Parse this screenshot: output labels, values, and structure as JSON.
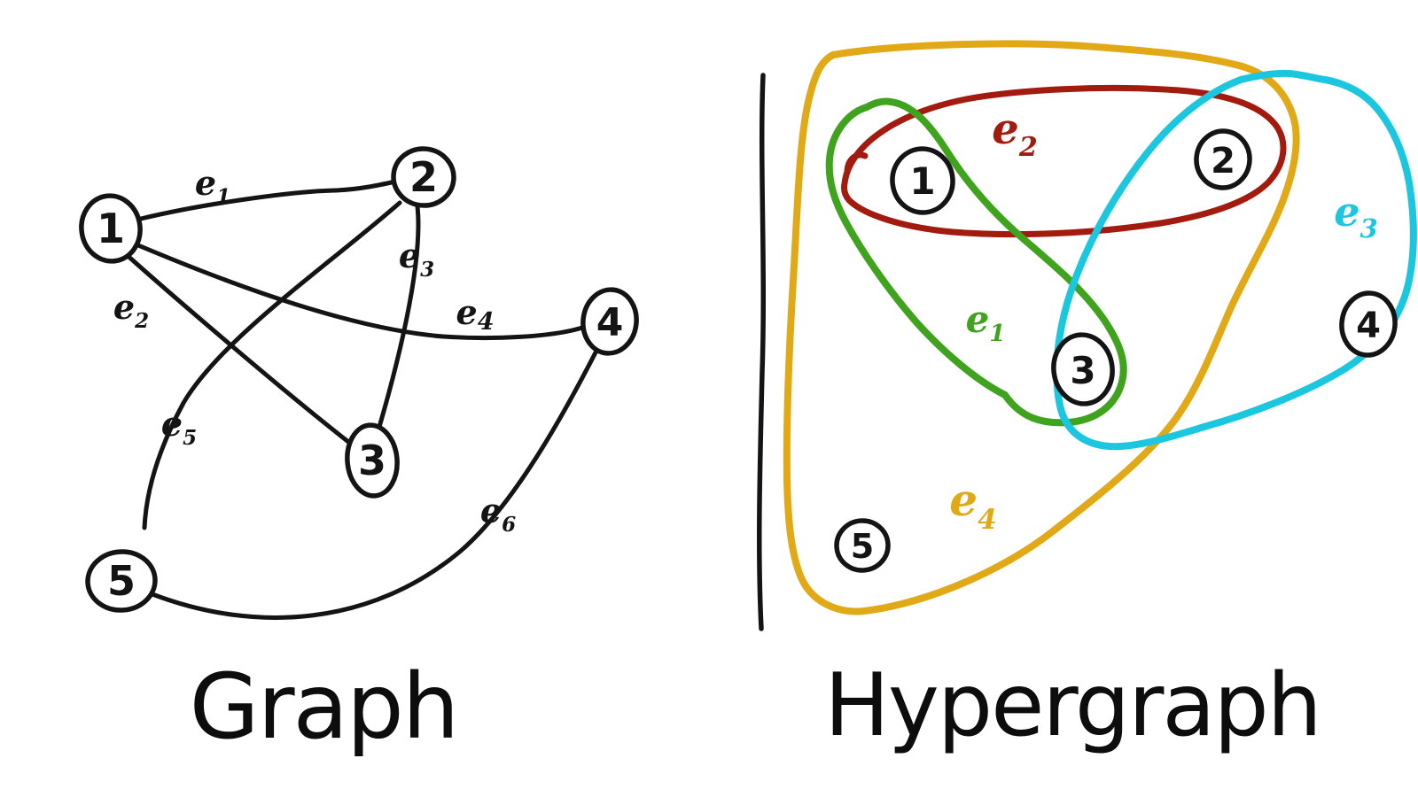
{
  "titles": {
    "left": "Graph",
    "right": "Hypergraph"
  },
  "colors": {
    "ink": "#141414",
    "red": "#a21b0e",
    "green": "#3fa31e",
    "cyan": "#1bc7df",
    "yellow": "#e0a915"
  },
  "left_graph": {
    "nodes": [
      {
        "id": "1"
      },
      {
        "id": "2"
      },
      {
        "id": "3"
      },
      {
        "id": "4"
      },
      {
        "id": "5"
      }
    ],
    "edges": [
      {
        "label": "e",
        "sub": "1",
        "connects": "1-2"
      },
      {
        "label": "e",
        "sub": "2",
        "connects": "1-3"
      },
      {
        "label": "e",
        "sub": "3",
        "connects": "2-3"
      },
      {
        "label": "e",
        "sub": "4",
        "connects": "1-4"
      },
      {
        "label": "e",
        "sub": "5",
        "connects": "2-5"
      },
      {
        "label": "e",
        "sub": "6",
        "connects": "5-4"
      }
    ]
  },
  "right_hypergraph": {
    "nodes": [
      {
        "id": "1"
      },
      {
        "id": "2"
      },
      {
        "id": "3"
      },
      {
        "id": "4"
      },
      {
        "id": "5"
      }
    ],
    "hyperedges": [
      {
        "label": "e",
        "sub": "1",
        "members": "1, 3",
        "color_key": "green"
      },
      {
        "label": "e",
        "sub": "2",
        "members": "1, 2",
        "color_key": "red"
      },
      {
        "label": "e",
        "sub": "3",
        "members": "2, 3, 4",
        "color_key": "cyan"
      },
      {
        "label": "e",
        "sub": "4",
        "members": "1, 2, 3, 5",
        "color_key": "yellow"
      }
    ]
  }
}
